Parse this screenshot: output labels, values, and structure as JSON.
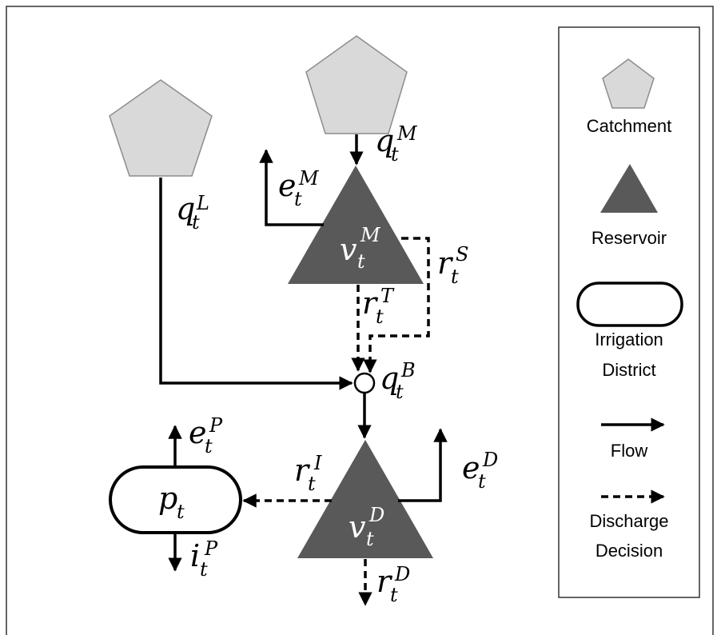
{
  "colors": {
    "catchment_fill": "#d9d9d9",
    "catchment_stroke": "#8c8c8c",
    "reservoir_fill": "#595959",
    "line": "#000000"
  },
  "nodes": {
    "catchment_L": {
      "icon": "pentagon"
    },
    "catchment_M": {
      "icon": "pentagon"
    },
    "reservoir_M": {
      "icon": "triangle",
      "label": {
        "main": "v",
        "sub": "t",
        "sup": "M"
      }
    },
    "reservoir_D": {
      "icon": "triangle",
      "label": {
        "main": "v",
        "sub": "t",
        "sup": "D"
      }
    },
    "junction_B": {
      "icon": "circle",
      "label": {
        "main": "q",
        "sub": "t",
        "sup": "B"
      }
    },
    "district_P": {
      "icon": "rounded-rectangle",
      "label": {
        "main": "p",
        "sub": "t",
        "sup": ""
      }
    }
  },
  "edge_labels": {
    "qL": {
      "main": "q",
      "sub": "t",
      "sup": "L"
    },
    "qM": {
      "main": "q",
      "sub": "t",
      "sup": "M"
    },
    "eM": {
      "main": "e",
      "sub": "t",
      "sup": "M"
    },
    "rS": {
      "main": "r",
      "sub": "t",
      "sup": "S"
    },
    "rT": {
      "main": "r",
      "sub": "t",
      "sup": "T"
    },
    "eP": {
      "main": "e",
      "sub": "t",
      "sup": "P"
    },
    "rI": {
      "main": "r",
      "sub": "t",
      "sup": "I"
    },
    "eD": {
      "main": "e",
      "sub": "t",
      "sup": "D"
    },
    "iP": {
      "main": "i",
      "sub": "t",
      "sup": "P"
    },
    "rD": {
      "main": "r",
      "sub": "t",
      "sup": "D"
    }
  },
  "legend": {
    "items": [
      {
        "icon": "pentagon",
        "lines": [
          "Catchment"
        ]
      },
      {
        "icon": "triangle",
        "lines": [
          "Reservoir"
        ]
      },
      {
        "icon": "rounded-rectangle",
        "lines": [
          "Irrigation",
          "District"
        ]
      },
      {
        "icon": "solid-arrow",
        "lines": [
          "Flow"
        ]
      },
      {
        "icon": "dashed-arrow",
        "lines": [
          "Discharge",
          "Decision"
        ]
      }
    ]
  }
}
